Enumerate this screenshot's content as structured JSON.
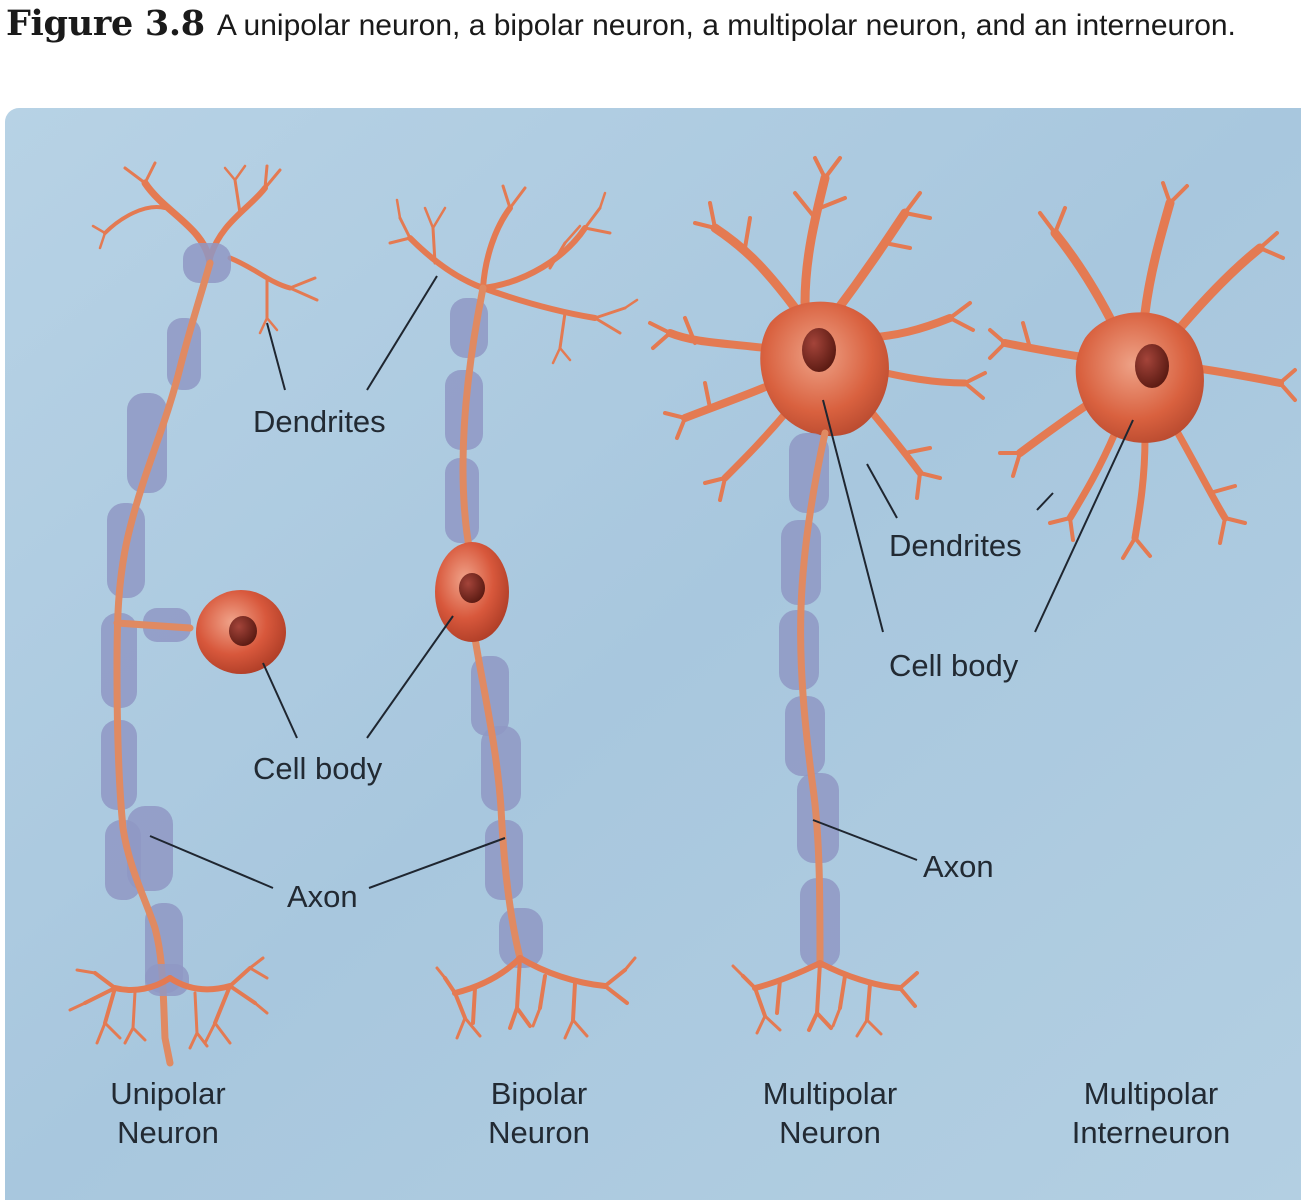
{
  "caption": {
    "figure_number": "Figure 3.8",
    "text": "A unipolar neuron, a bipolar neuron, a multipolar neuron, and an interneuron."
  },
  "labels": {
    "unipolar_dendrites": "Dendrites",
    "unipolar_cell_body": "Cell body",
    "unipolar_axon": "Axon",
    "multipolar_dendrites": "Dendrites",
    "multipolar_cell_body": "Cell body",
    "multipolar_axon": "Axon"
  },
  "neuron_types": {
    "unipolar": [
      "Unipolar",
      "Neuron"
    ],
    "bipolar": [
      "Bipolar",
      "Neuron"
    ],
    "multipolar": [
      "Multipolar",
      "Neuron"
    ],
    "interneuron": [
      "Multipolar",
      "Interneuron"
    ]
  },
  "colors": {
    "background": "#a9c8df",
    "axon": "#e08a62",
    "myelin": "#8f98c4",
    "cell_body": "#d8583c",
    "nucleus": "#6e2218",
    "dendrite": "#e47a52",
    "label_text": "#222a33"
  }
}
